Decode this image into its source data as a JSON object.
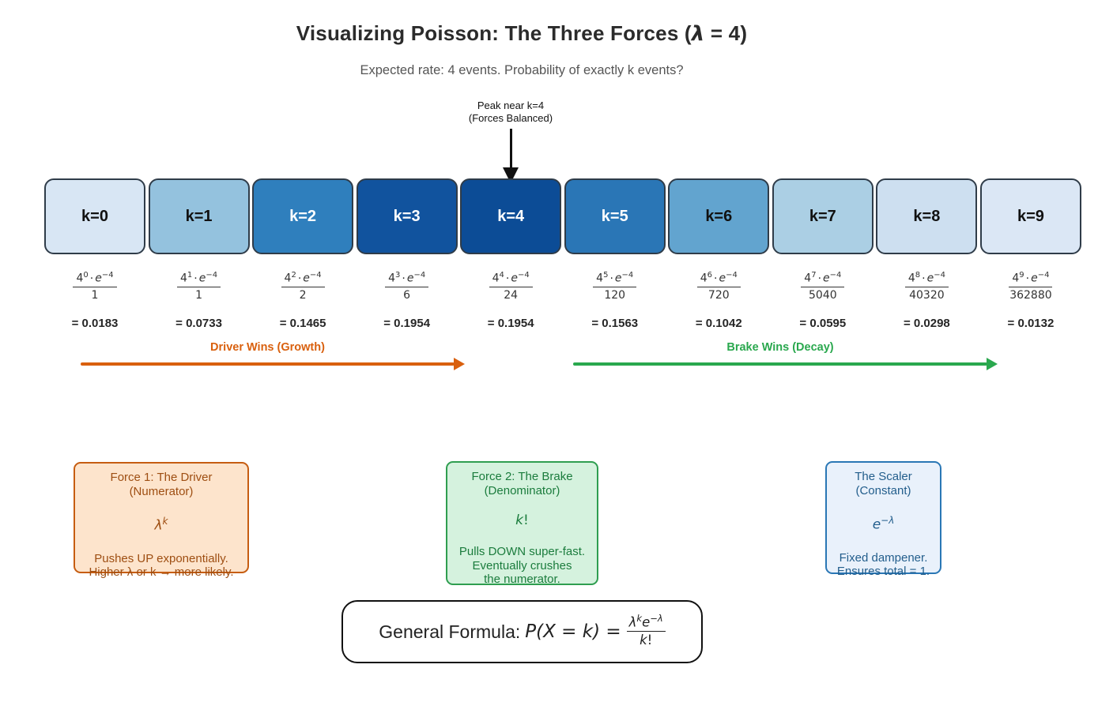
{
  "header": {
    "title_prefix": "Visualizing Poisson: The Three Forces (",
    "title_lambda": "λ",
    "title_rest": " = 4)",
    "subtitle": "Expected rate: 4 events. Probability of exactly k events?"
  },
  "annotation": {
    "line1": "Peak near k=4",
    "line2": "(Forces Balanced)"
  },
  "fraction_common": {
    "base": "4",
    "dot": "·",
    "e_symbol": "e",
    "e_exp": "−4"
  },
  "bars": [
    {
      "label": "k=0",
      "num_exp": "0",
      "denom": "1",
      "value": "= 0.0183",
      "bg": "#d8e6f4",
      "fg": "#111111"
    },
    {
      "label": "k=1",
      "num_exp": "1",
      "denom": "1",
      "value": "= 0.0733",
      "bg": "#94c2de",
      "fg": "#111111"
    },
    {
      "label": "k=2",
      "num_exp": "2",
      "denom": "2",
      "value": "= 0.1465",
      "bg": "#2f7fbd",
      "fg": "#ffffff"
    },
    {
      "label": "k=3",
      "num_exp": "3",
      "denom": "6",
      "value": "= 0.1954",
      "bg": "#11539e",
      "fg": "#ffffff"
    },
    {
      "label": "k=4",
      "num_exp": "4",
      "denom": "24",
      "value": "= 0.1954",
      "bg": "#0c4c96",
      "fg": "#ffffff"
    },
    {
      "label": "k=5",
      "num_exp": "5",
      "denom": "120",
      "value": "= 0.1563",
      "bg": "#2a76b6",
      "fg": "#ffffff"
    },
    {
      "label": "k=6",
      "num_exp": "6",
      "denom": "720",
      "value": "= 0.1042",
      "bg": "#62a4cf",
      "fg": "#111111"
    },
    {
      "label": "k=7",
      "num_exp": "7",
      "denom": "5040",
      "value": "= 0.0595",
      "bg": "#abcfe4",
      "fg": "#111111"
    },
    {
      "label": "k=8",
      "num_exp": "8",
      "denom": "40320",
      "value": "= 0.0298",
      "bg": "#cddff0",
      "fg": "#111111"
    },
    {
      "label": "k=9",
      "num_exp": "9",
      "denom": "362880",
      "value": "= 0.0132",
      "bg": "#dbe7f5",
      "fg": "#111111"
    }
  ],
  "arrows": {
    "driver": {
      "label": "Driver Wins (Growth)",
      "color": "#d9600e"
    },
    "brake": {
      "label": "Brake Wins (Decay)",
      "color": "#2aa84e"
    }
  },
  "forces": {
    "driver": {
      "title1": "Force 1: The Driver",
      "title2": "(Numerator)",
      "math_base": "λ",
      "math_sup": "k",
      "desc1": "Pushes UP exponentially.",
      "desc2": "Higher λ or k → more likely.",
      "bg": "#fde4cc",
      "border": "#c65d11",
      "text": "#9e4e12"
    },
    "brake": {
      "title1": "Force 2: The Brake",
      "title2": "(Denominator)",
      "math_base": "k",
      "math_rest": "!",
      "desc1": "Pulls DOWN super-fast.",
      "desc2": "Eventually crushes",
      "desc3": "the numerator.",
      "bg": "#d5f2de",
      "border": "#2f9e50",
      "text": "#1b7c3d"
    },
    "scaler": {
      "title1": "The Scaler",
      "title2": "(Constant)",
      "math_base": "e",
      "math_sup": "−λ",
      "desc1": "Fixed dampener.",
      "desc2": "Ensures total = 1.",
      "bg": "#e9f1fb",
      "border": "#2a77b5",
      "text": "#235e8c"
    }
  },
  "formula": {
    "label": "General Formula: ",
    "math": "P(X = k) =",
    "frac_num_base": "λ",
    "frac_num_sup1": "k",
    "frac_num_e": "e",
    "frac_num_sup2": "−λ",
    "frac_den_base": "k",
    "frac_den_rest": "!"
  }
}
